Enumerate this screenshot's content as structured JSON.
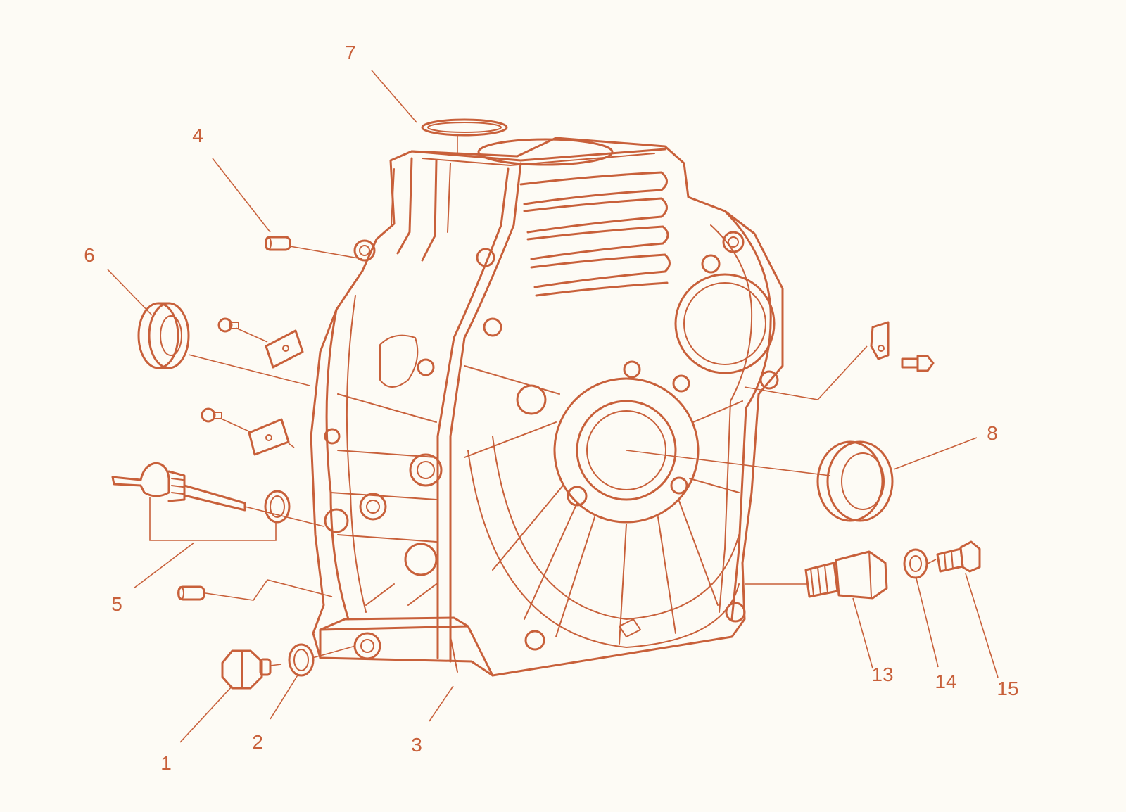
{
  "colors": {
    "ink": "#c8603a",
    "background": "#fdfbf5"
  },
  "callouts": [
    {
      "id": "1",
      "label": "1"
    },
    {
      "id": "2",
      "label": "2"
    },
    {
      "id": "3",
      "label": "3"
    },
    {
      "id": "4",
      "label": "4"
    },
    {
      "id": "5",
      "label": "5"
    },
    {
      "id": "6",
      "label": "6"
    },
    {
      "id": "7",
      "label": "7"
    },
    {
      "id": "8",
      "label": "8"
    },
    {
      "id": "13",
      "label": "13"
    },
    {
      "id": "14",
      "label": "14"
    },
    {
      "id": "15",
      "label": "15"
    }
  ]
}
